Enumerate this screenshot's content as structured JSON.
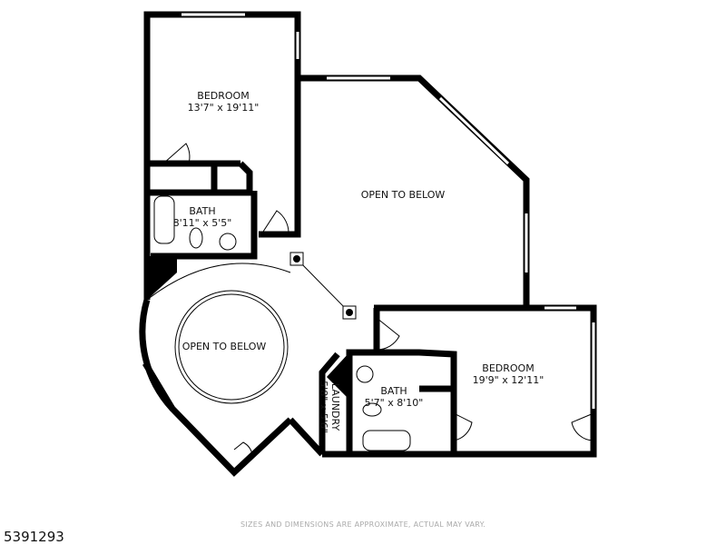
{
  "rooms": [
    {
      "name": "BEDROOM",
      "dims": "13'7\" x 19'11\""
    },
    {
      "name": "OPEN TO BELOW",
      "dims": ""
    },
    {
      "name": "BATH",
      "dims": "8'11\" x 5'5\""
    },
    {
      "name": "OPEN TO BELOW",
      "dims": ""
    },
    {
      "name": "BEDROOM",
      "dims": "19'9\" x 12'11\""
    },
    {
      "name": "BATH",
      "dims": "5'7\" x 8'10\""
    },
    {
      "name": "LAUNDRY",
      "dims": "5'8\" x 5'6\""
    }
  ],
  "listing_id": "5391293",
  "disclaimer": "SIZES AND DIMENSIONS ARE APPROXIMATE, ACTUAL MAY VARY.",
  "colors": {
    "wall": "#000000",
    "background": "#ffffff",
    "fixture": "#888888"
  }
}
